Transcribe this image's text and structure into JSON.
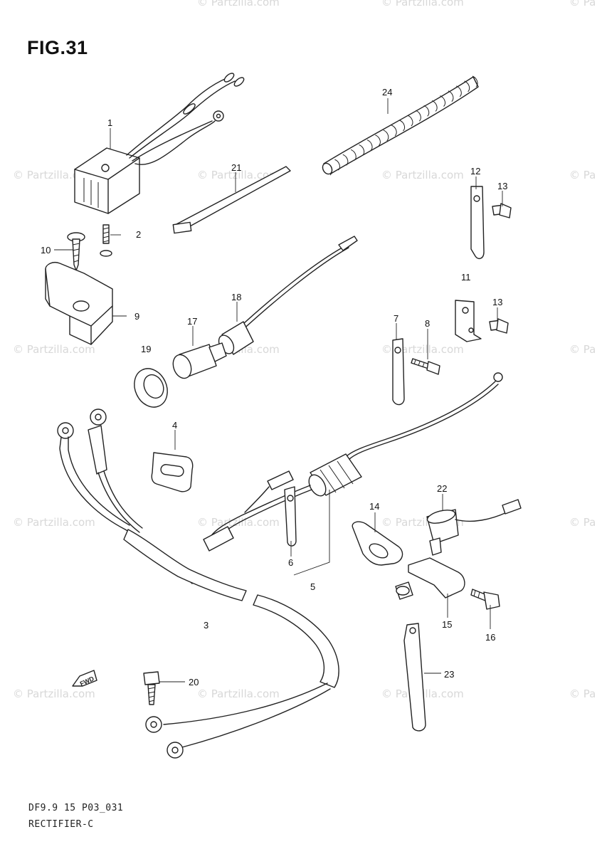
{
  "figure": {
    "title": "FIG.31",
    "code": "DF9.9 15 P03_031",
    "name": "RECTIFIER-C"
  },
  "watermark": {
    "text": "© Partzilla.com",
    "short_text": "© Pa"
  },
  "fwd_label": "FWD",
  "callouts": [
    "1",
    "2",
    "3",
    "4",
    "5",
    "6",
    "7",
    "8",
    "9",
    "10",
    "11",
    "12",
    "13",
    "13",
    "14",
    "15",
    "16",
    "17",
    "18",
    "19",
    "20",
    "21",
    "22",
    "23",
    "24"
  ]
}
